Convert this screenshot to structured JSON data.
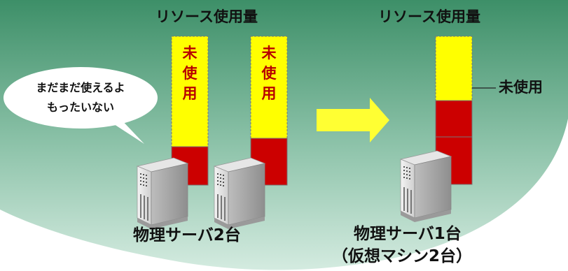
{
  "before": {
    "title": "リソース使用量",
    "caption": "物理サーバ2台",
    "bars": [
      {
        "unused_label": "未\n使\n用",
        "used_fraction": 0.22
      },
      {
        "unused_label": "未\n使\n用",
        "used_fraction": 0.3
      }
    ],
    "speech_bubble": {
      "line1": "まだまだ使えるよ",
      "line2": "もったいない"
    }
  },
  "after": {
    "title": "リソース使用量",
    "caption_line1": "物理サーバ1台",
    "caption_line2": "（仮想マシン2台）",
    "unused_label": "未使用",
    "segments": [
      "unused",
      "used",
      "used"
    ]
  },
  "colors": {
    "unused": "#ffff00",
    "used": "#cc0000",
    "arrow": "#ffff33",
    "background_top": "#3d8f68",
    "background_bottom": "#cfe7dc"
  },
  "icons": [
    "server-icon",
    "arrow-right-icon",
    "speech-bubble"
  ]
}
